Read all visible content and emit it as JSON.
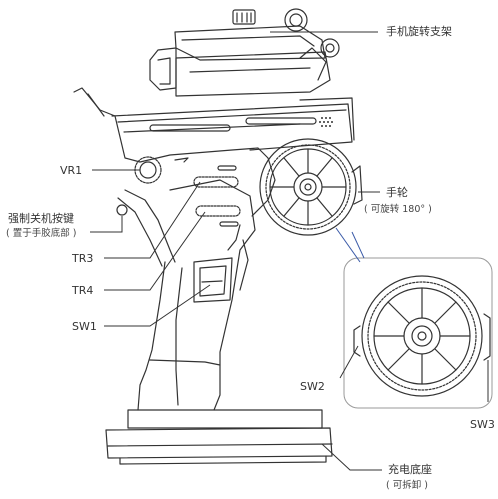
{
  "labels": {
    "phone_mount": "手机旋转支架",
    "vr1": "VR1",
    "power_button": "强制关机按键",
    "power_button_note": "( 置于手胶底部 )",
    "wheel": "手轮",
    "wheel_note": "( 可旋转 180° )",
    "tr3": "TR3",
    "tr4": "TR4",
    "sw1": "SW1",
    "sw2": "SW2",
    "sw3": "SW3",
    "charging_base": "充电底座",
    "charging_base_note": "( 可拆卸 )"
  },
  "colors": {
    "line": "#333333",
    "leader_blue": "#3b5ba8",
    "inset_border": "#9a9a9a"
  }
}
